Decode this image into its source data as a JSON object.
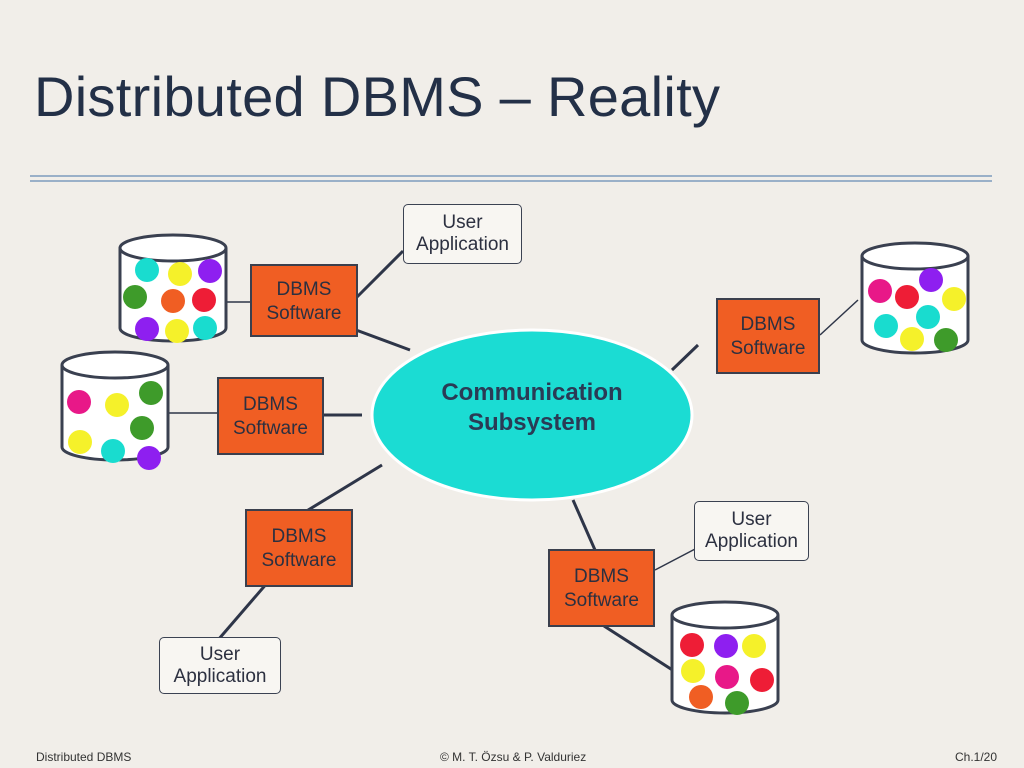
{
  "slide": {
    "title": "Distributed DBMS – Reality"
  },
  "diagram": {
    "center": "Communication\nSubsystem",
    "dbms_label": "DBMS\nSoftware",
    "user_app_label": "User\nApplication"
  },
  "footer": {
    "left": "Distributed DBMS",
    "center": "© M. T. Özsu & P. Valduriez",
    "right": "Ch.1/20"
  },
  "colors": {
    "dbms_box": "#f05e23",
    "communication": "#1bdcd3",
    "title": "#233047",
    "ball_palette": [
      "#19dccf",
      "#f5f12a",
      "#8e1ff0",
      "#3e9b2a",
      "#f05e23",
      "#ee1d36",
      "#e81888"
    ]
  }
}
